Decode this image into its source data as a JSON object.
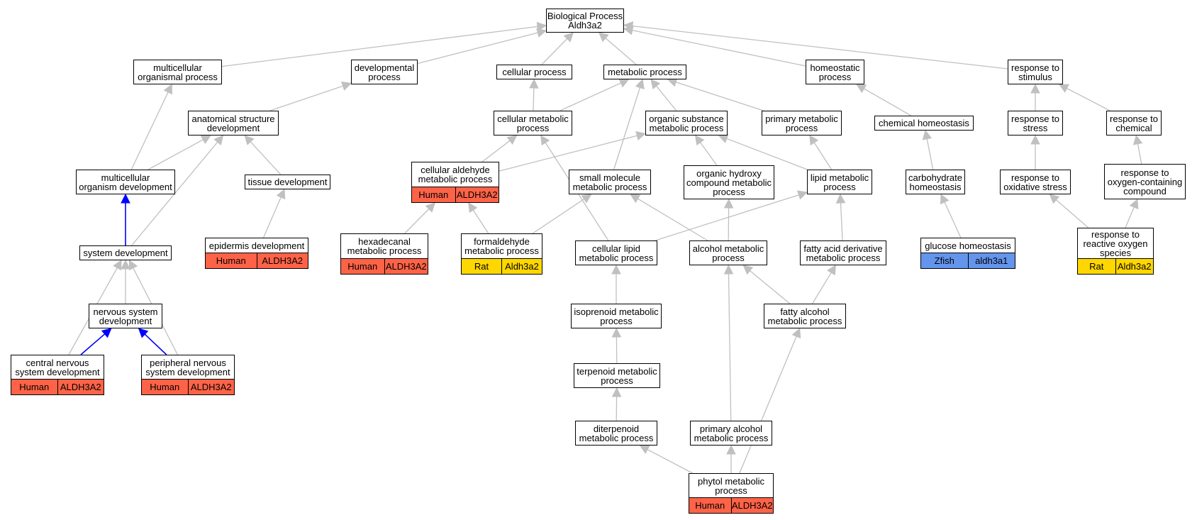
{
  "colors": {
    "edge": "#c0c0c0",
    "edge_highlight": "#0000ff",
    "human": "#ff6347",
    "rat": "#ffd700",
    "zfish": "#6495ed"
  },
  "nodes": [
    {
      "id": "bp",
      "lines": [
        "Biological Process",
        "Aldh3a2"
      ]
    },
    {
      "id": "multicellular_organismal",
      "lines": [
        "multicellular",
        "organismal process"
      ]
    },
    {
      "id": "developmental",
      "lines": [
        "developmental",
        "process"
      ]
    },
    {
      "id": "cellular_process",
      "lines": [
        "cellular process"
      ]
    },
    {
      "id": "metabolic",
      "lines": [
        "metabolic process"
      ]
    },
    {
      "id": "homeostatic",
      "lines": [
        "homeostatic",
        "process"
      ]
    },
    {
      "id": "response_stimulus",
      "lines": [
        "response to",
        "stimulus"
      ]
    },
    {
      "id": "anatomical",
      "lines": [
        "anatomical structure",
        "development"
      ]
    },
    {
      "id": "cellular_metabolic",
      "lines": [
        "cellular metabolic",
        "process"
      ]
    },
    {
      "id": "organic_substance",
      "lines": [
        "organic substance",
        "metabolic process"
      ]
    },
    {
      "id": "primary_metabolic",
      "lines": [
        "primary metabolic",
        "process"
      ]
    },
    {
      "id": "chemical_homeostasis",
      "lines": [
        "chemical homeostasis"
      ]
    },
    {
      "id": "response_stress",
      "lines": [
        "response to",
        "stress"
      ]
    },
    {
      "id": "response_chemical",
      "lines": [
        "response to",
        "chemical"
      ]
    },
    {
      "id": "multicellular_dev",
      "lines": [
        "multicellular",
        "organism development"
      ]
    },
    {
      "id": "tissue_dev",
      "lines": [
        "tissue development"
      ]
    },
    {
      "id": "cellular_aldehyde",
      "lines": [
        "cellular aldehyde",
        "metabolic process"
      ],
      "annotation": {
        "species": "Human",
        "gene": "ALDH3A2"
      }
    },
    {
      "id": "small_molecule",
      "lines": [
        "small molecule",
        "metabolic process"
      ]
    },
    {
      "id": "organic_hydroxy",
      "lines": [
        "organic hydroxy",
        "compound metabolic",
        "process"
      ]
    },
    {
      "id": "lipid_metabolic",
      "lines": [
        "lipid metabolic",
        "process"
      ]
    },
    {
      "id": "carbohydrate_homeostasis",
      "lines": [
        "carbohydrate",
        "homeostasis"
      ]
    },
    {
      "id": "response_oxidative",
      "lines": [
        "response to",
        "oxidative stress"
      ]
    },
    {
      "id": "response_oxygen",
      "lines": [
        "response to",
        "oxygen-containing",
        "compound"
      ]
    },
    {
      "id": "system_dev",
      "lines": [
        "system development"
      ]
    },
    {
      "id": "epidermis_dev",
      "lines": [
        "epidermis development"
      ],
      "annotation": {
        "species": "Human",
        "gene": "ALDH3A2"
      }
    },
    {
      "id": "hexadecanal",
      "lines": [
        "hexadecanal",
        "metabolic process"
      ],
      "annotation": {
        "species": "Human",
        "gene": "ALDH3A2"
      }
    },
    {
      "id": "formaldehyde",
      "lines": [
        "formaldehyde",
        "metabolic process"
      ],
      "annotation": {
        "species": "Rat",
        "gene": "Aldh3a2"
      }
    },
    {
      "id": "cellular_lipid",
      "lines": [
        "cellular lipid",
        "metabolic process"
      ]
    },
    {
      "id": "alcohol_metabolic",
      "lines": [
        "alcohol metabolic",
        "process"
      ]
    },
    {
      "id": "fatty_acid_derivative",
      "lines": [
        "fatty acid derivative",
        "metabolic process"
      ]
    },
    {
      "id": "glucose_homeostasis",
      "lines": [
        "glucose homeostasis"
      ],
      "annotation": {
        "species": "Zfish",
        "gene": "aldh3a1"
      }
    },
    {
      "id": "response_ros",
      "lines": [
        "response to",
        "reactive oxygen",
        "species"
      ],
      "annotation": {
        "species": "Rat",
        "gene": "Aldh3a2"
      }
    },
    {
      "id": "nervous_dev",
      "lines": [
        "nervous system",
        "development"
      ]
    },
    {
      "id": "isoprenoid",
      "lines": [
        "isoprenoid metabolic",
        "process"
      ]
    },
    {
      "id": "fatty_alcohol",
      "lines": [
        "fatty alcohol",
        "metabolic process"
      ]
    },
    {
      "id": "cns_dev",
      "lines": [
        "central nervous",
        "system development"
      ],
      "annotation": {
        "species": "Human",
        "gene": "ALDH3A2"
      }
    },
    {
      "id": "pns_dev",
      "lines": [
        "peripheral nervous",
        "system development"
      ],
      "annotation": {
        "species": "Human",
        "gene": "ALDH3A2"
      }
    },
    {
      "id": "terpenoid",
      "lines": [
        "terpenoid metabolic",
        "process"
      ]
    },
    {
      "id": "diterpenoid",
      "lines": [
        "diterpenoid",
        "metabolic process"
      ]
    },
    {
      "id": "primary_alcohol",
      "lines": [
        "primary alcohol",
        "metabolic process"
      ]
    },
    {
      "id": "phytol",
      "lines": [
        "phytol metabolic",
        "process"
      ],
      "annotation": {
        "species": "Human",
        "gene": "ALDH3A2"
      }
    }
  ],
  "edges": [
    {
      "from": "multicellular_organismal",
      "to": "bp"
    },
    {
      "from": "developmental",
      "to": "bp"
    },
    {
      "from": "cellular_process",
      "to": "bp"
    },
    {
      "from": "metabolic",
      "to": "bp"
    },
    {
      "from": "homeostatic",
      "to": "bp"
    },
    {
      "from": "response_stimulus",
      "to": "bp"
    },
    {
      "from": "anatomical",
      "to": "developmental"
    },
    {
      "from": "multicellular_dev",
      "to": "multicellular_organismal"
    },
    {
      "from": "multicellular_dev",
      "to": "anatomical"
    },
    {
      "from": "tissue_dev",
      "to": "anatomical"
    },
    {
      "from": "system_dev",
      "to": "anatomical"
    },
    {
      "from": "system_dev",
      "to": "multicellular_dev",
      "highlight": true
    },
    {
      "from": "epidermis_dev",
      "to": "tissue_dev"
    },
    {
      "from": "nervous_dev",
      "to": "system_dev"
    },
    {
      "from": "cns_dev",
      "to": "system_dev"
    },
    {
      "from": "pns_dev",
      "to": "system_dev"
    },
    {
      "from": "cns_dev",
      "to": "nervous_dev",
      "highlight": true
    },
    {
      "from": "pns_dev",
      "to": "nervous_dev",
      "highlight": true
    },
    {
      "from": "cellular_metabolic",
      "to": "cellular_process"
    },
    {
      "from": "cellular_metabolic",
      "to": "metabolic"
    },
    {
      "from": "organic_substance",
      "to": "metabolic"
    },
    {
      "from": "primary_metabolic",
      "to": "metabolic"
    },
    {
      "from": "small_molecule",
      "to": "metabolic"
    },
    {
      "from": "chemical_homeostasis",
      "to": "homeostatic"
    },
    {
      "from": "carbohydrate_homeostasis",
      "to": "chemical_homeostasis"
    },
    {
      "from": "glucose_homeostasis",
      "to": "carbohydrate_homeostasis"
    },
    {
      "from": "response_stress",
      "to": "response_stimulus"
    },
    {
      "from": "response_chemical",
      "to": "response_stimulus"
    },
    {
      "from": "response_oxidative",
      "to": "response_stress"
    },
    {
      "from": "response_oxygen",
      "to": "response_chemical"
    },
    {
      "from": "response_ros",
      "to": "response_oxidative"
    },
    {
      "from": "response_ros",
      "to": "response_oxygen"
    },
    {
      "from": "cellular_aldehyde",
      "to": "cellular_metabolic"
    },
    {
      "from": "cellular_aldehyde",
      "to": "organic_substance"
    },
    {
      "from": "hexadecanal",
      "to": "cellular_aldehyde"
    },
    {
      "from": "formaldehyde",
      "to": "cellular_aldehyde"
    },
    {
      "from": "formaldehyde",
      "to": "small_molecule"
    },
    {
      "from": "organic_hydroxy",
      "to": "organic_substance"
    },
    {
      "from": "lipid_metabolic",
      "to": "organic_substance"
    },
    {
      "from": "lipid_metabolic",
      "to": "primary_metabolic"
    },
    {
      "from": "cellular_lipid",
      "to": "cellular_metabolic"
    },
    {
      "from": "cellular_lipid",
      "to": "lipid_metabolic"
    },
    {
      "from": "alcohol_metabolic",
      "to": "organic_hydroxy"
    },
    {
      "from": "alcohol_metabolic",
      "to": "small_molecule"
    },
    {
      "from": "fatty_acid_derivative",
      "to": "lipid_metabolic"
    },
    {
      "from": "isoprenoid",
      "to": "cellular_lipid"
    },
    {
      "from": "fatty_alcohol",
      "to": "alcohol_metabolic"
    },
    {
      "from": "fatty_alcohol",
      "to": "fatty_acid_derivative"
    },
    {
      "from": "terpenoid",
      "to": "isoprenoid"
    },
    {
      "from": "diterpenoid",
      "to": "terpenoid"
    },
    {
      "from": "primary_alcohol",
      "to": "alcohol_metabolic"
    },
    {
      "from": "phytol",
      "to": "diterpenoid"
    },
    {
      "from": "phytol",
      "to": "primary_alcohol"
    },
    {
      "from": "phytol",
      "to": "fatty_alcohol"
    }
  ]
}
